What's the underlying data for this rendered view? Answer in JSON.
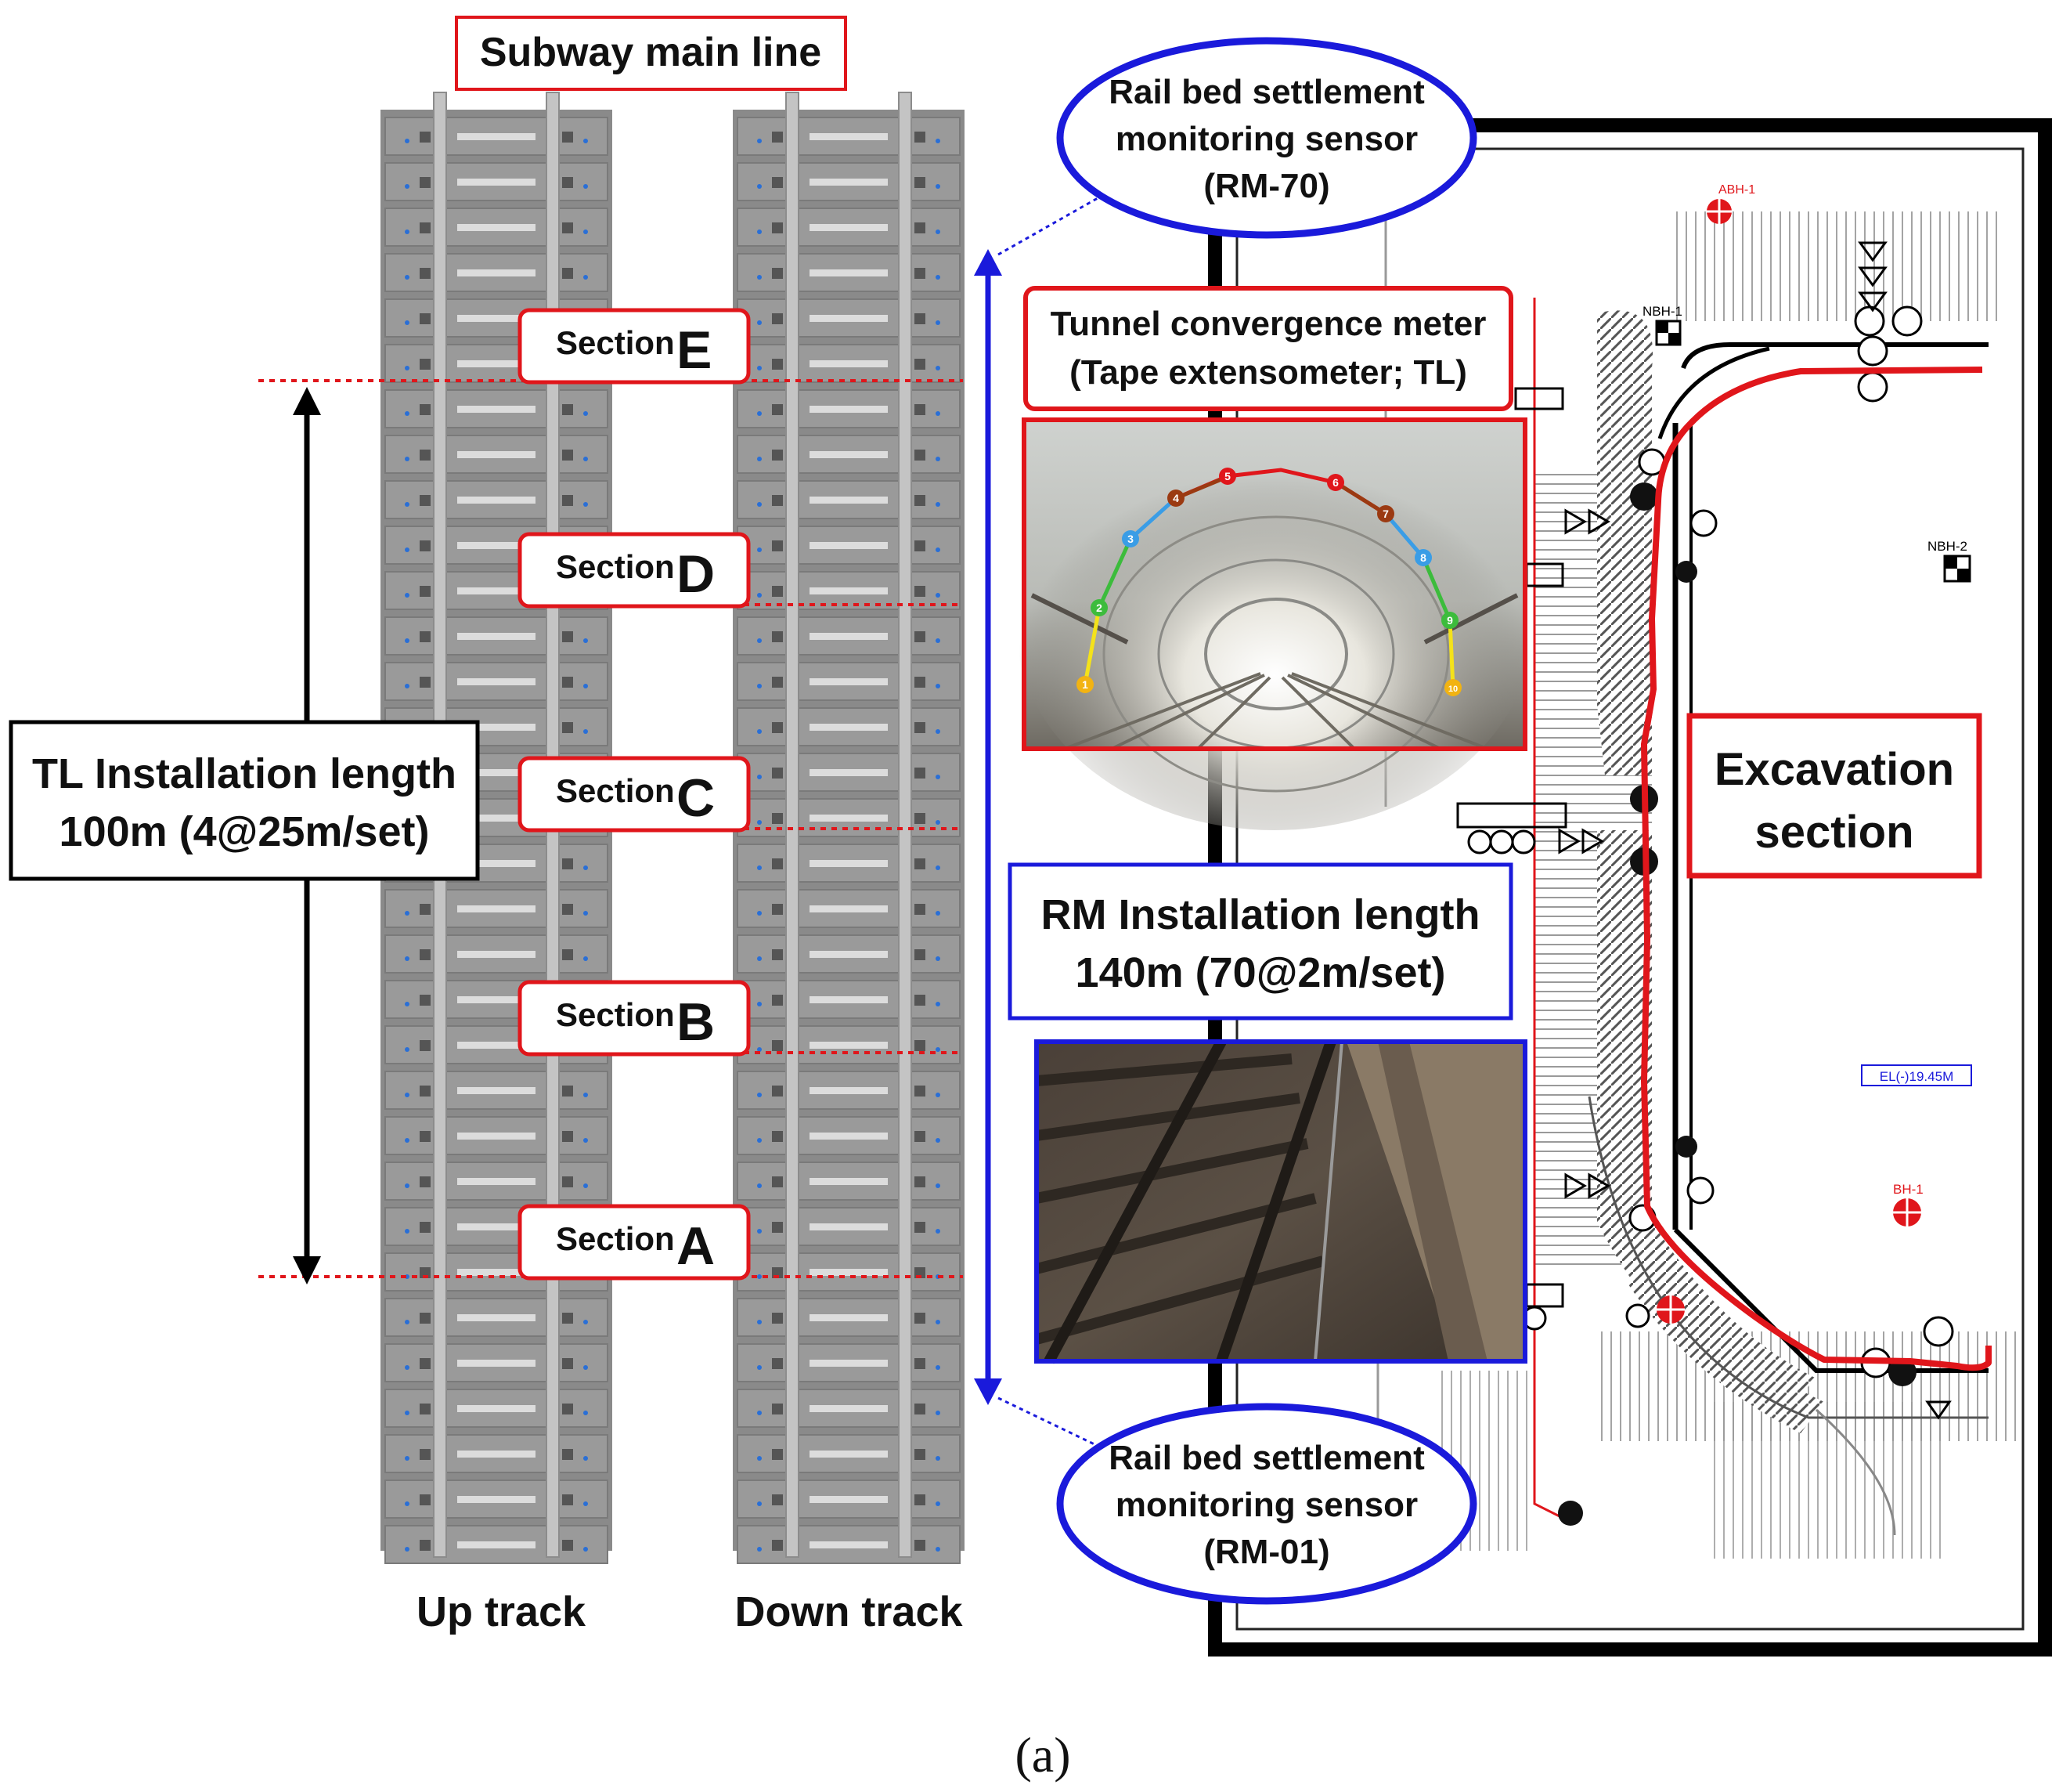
{
  "title": "Subway main line",
  "tracks": {
    "up_label": "Up track",
    "down_label": "Down track"
  },
  "sections": [
    {
      "word": "Section",
      "letter": "E"
    },
    {
      "word": "Section",
      "letter": "D"
    },
    {
      "word": "Section",
      "letter": "C"
    },
    {
      "word": "Section",
      "letter": "B"
    },
    {
      "word": "Section",
      "letter": "A"
    }
  ],
  "tl_installation": {
    "line1": "TL Installation length",
    "line2": "100m (4@25m/set)"
  },
  "rm_installation": {
    "line1": "RM Installation length",
    "line2": "140m (70@2m/set)"
  },
  "sensor_top": {
    "line1": "Rail bed settlement",
    "line2": "monitoring sensor",
    "line3": "(RM-70)"
  },
  "sensor_bottom": {
    "line1": "Rail bed settlement",
    "line2": "monitoring sensor",
    "line3": "(RM-01)"
  },
  "convergence_meter": {
    "line1": "Tunnel convergence meter",
    "line2": "(Tape extensometer; TL)"
  },
  "tunnel_points": [
    "1",
    "2",
    "3",
    "4",
    "5",
    "6",
    "7",
    "8",
    "9",
    "10"
  ],
  "excavation": {
    "line1": "Excavation",
    "line2": "section"
  },
  "plan_labels": {
    "abh1": "ABH-1",
    "nbh1": "NBH-1",
    "nbh2": "NBH-2",
    "bh1": "BH-1",
    "el": "EL(-)19.45M"
  },
  "caption": "(a)",
  "colors": {
    "red": "#e0161b",
    "blue": "#1a1adb",
    "track_gray": "#8e8e8e",
    "black": "#000000"
  }
}
